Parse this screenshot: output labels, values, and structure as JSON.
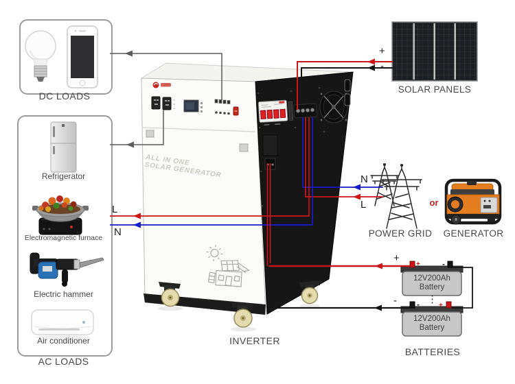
{
  "colors": {
    "wire_red": "#cc1518",
    "wire_blue": "#1a1ac8",
    "wire_black": "#141414",
    "wire_gray": "#5a5a5a",
    "label": "#474747",
    "accent_red": "#c4281e",
    "generator_orange": "#e47d1f",
    "battery_gray": "#c7c7c7"
  },
  "dc_loads": {
    "label": "DC LOADS"
  },
  "ac_loads": {
    "label": "AC LOADS",
    "items": [
      {
        "label": "Refrigerator"
      },
      {
        "label": "Electromagnetic furnace"
      },
      {
        "label": "Electric hammer"
      },
      {
        "label": "Air conditioner"
      }
    ]
  },
  "inverter": {
    "label": "INVERTER",
    "front_line1": "ALL IN ONE",
    "front_line2": "SOLAR GENERATOR"
  },
  "solar": {
    "label": "SOLAR PANELS",
    "plus": "+",
    "minus": "-"
  },
  "power_grid": {
    "label": "POWER GRID",
    "n": "N",
    "l": "L"
  },
  "conjunction": "or",
  "generator": {
    "label": "GENERATOR"
  },
  "ac_wires": {
    "l": "L",
    "n": "N"
  },
  "batteries": {
    "label": "BATTERIES",
    "wire_plus": "+",
    "wire_minus": "-",
    "ellipsis": "⋮",
    "units": [
      {
        "line1": "12V200Ah",
        "line2": "Battery",
        "left_terminal": "+",
        "right_terminal": "-"
      },
      {
        "line1": "12V200Ah",
        "line2": "Battery",
        "left_terminal": "-",
        "right_terminal": "+"
      }
    ]
  }
}
